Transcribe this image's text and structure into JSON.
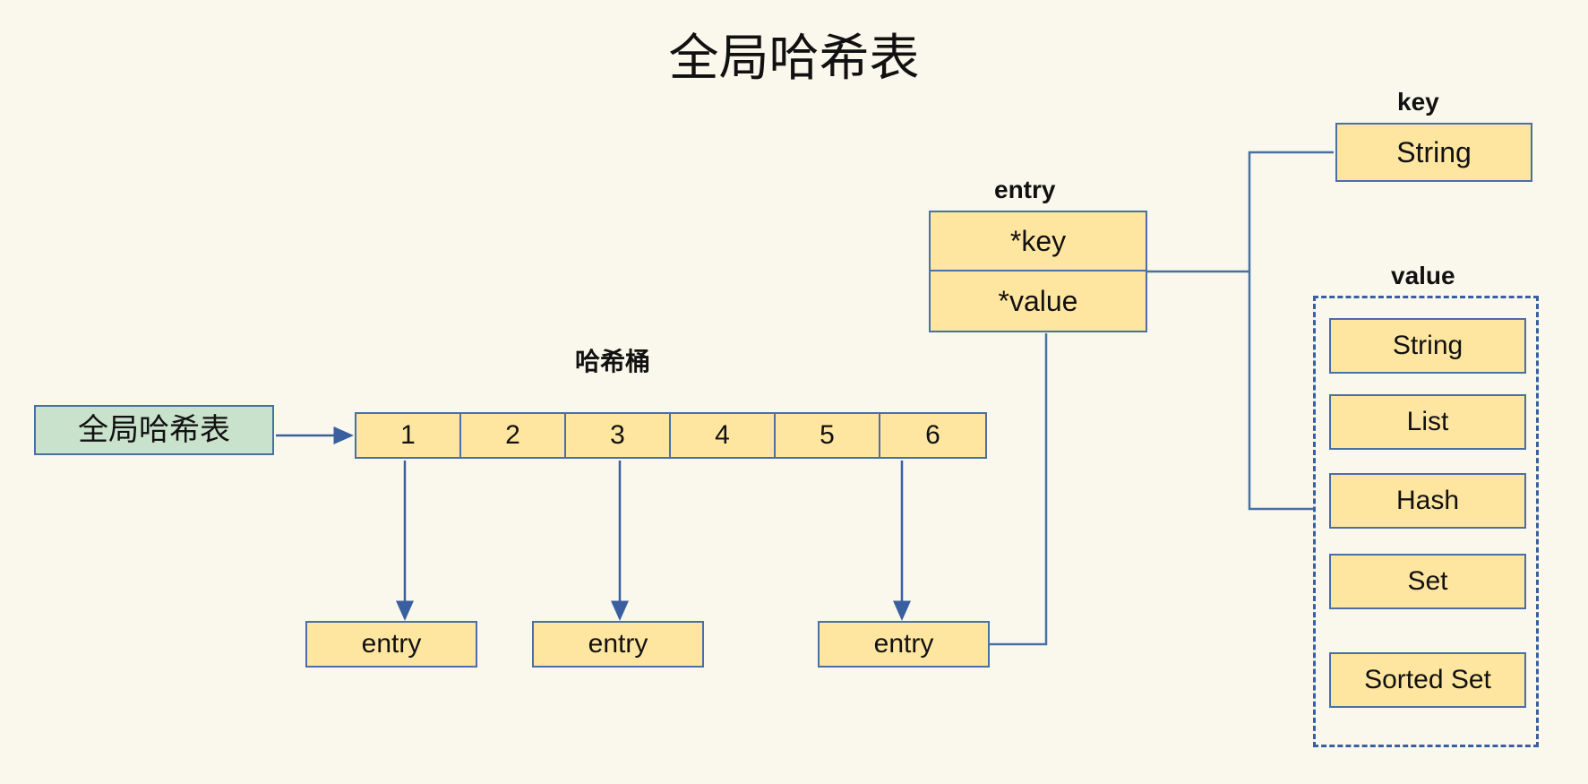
{
  "page": {
    "title": "全局哈希表",
    "background_color": "#faf8ec",
    "node_fill": "#ffe6a0",
    "node_stroke": "#4a6fa5",
    "accent_green": "#c9e2cb"
  },
  "global_table": {
    "label": "全局哈希表"
  },
  "bucket": {
    "label": "哈希桶",
    "cells": [
      "1",
      "2",
      "3",
      "4",
      "5",
      "6"
    ]
  },
  "entries": [
    {
      "label": "entry"
    },
    {
      "label": "entry"
    },
    {
      "label": "entry"
    }
  ],
  "entry_struct": {
    "label": "entry",
    "fields": [
      "*key",
      "*value"
    ]
  },
  "key_section": {
    "label": "key",
    "types": [
      "String"
    ]
  },
  "value_section": {
    "label": "value",
    "types": [
      "String",
      "List",
      "Hash",
      "Set",
      "Sorted Set"
    ]
  }
}
